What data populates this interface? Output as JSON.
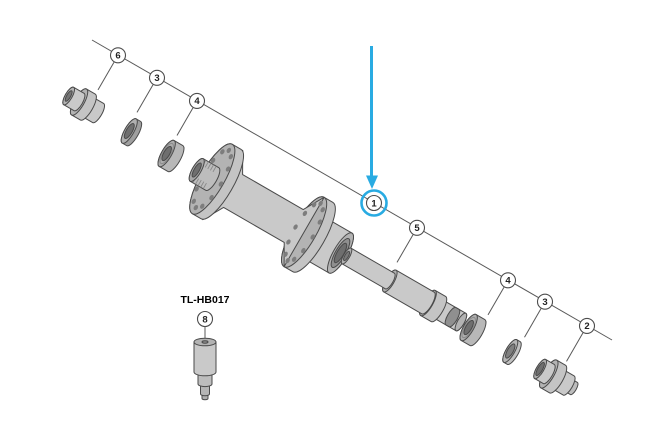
{
  "diagram": {
    "kind": "exploded-parts-diagram",
    "tool_label": "TL-HB017",
    "callouts": [
      {
        "id": "6"
      },
      {
        "id": "3"
      },
      {
        "id": "4"
      },
      {
        "id": "1"
      },
      {
        "id": "5"
      },
      {
        "id": "4"
      },
      {
        "id": "3"
      },
      {
        "id": "2"
      },
      {
        "id": "8"
      }
    ],
    "highlight": {
      "target_callout": "1",
      "color": "#29abe2"
    },
    "colors": {
      "annotation_blue": "#29abe2",
      "line_gray": "#595959",
      "part_fill": "#c9c9c9"
    }
  }
}
